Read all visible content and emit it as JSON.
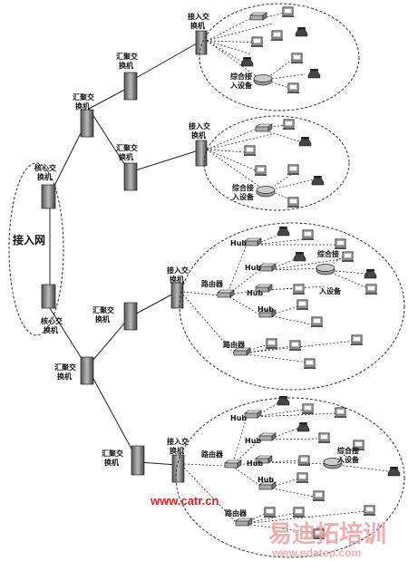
{
  "labels": {
    "access_net": "接入网",
    "core1": [
      "核心交",
      "换机"
    ],
    "core2": [
      "核心交",
      "换机"
    ],
    "agg_top": [
      "汇聚交",
      "换机"
    ],
    "agg_a": [
      "汇聚交",
      "换机"
    ],
    "agg_b": [
      "汇聚交",
      "换机"
    ],
    "agg_mid": [
      "汇聚交",
      "换机"
    ],
    "agg_c": [
      "汇聚交",
      "换机"
    ],
    "agg_d": [
      "汇聚交",
      "换机"
    ],
    "access1": [
      "接入交",
      "换机"
    ],
    "access2": [
      "接入交",
      "换机"
    ],
    "access3": [
      "接入交",
      "换机"
    ],
    "access4": [
      "接入交",
      "换机"
    ],
    "iad1": [
      "综合接",
      "入设备"
    ],
    "iad2": [
      "综合接",
      "入设备"
    ],
    "iad3": [
      "综合接",
      "入设备"
    ],
    "iad4": [
      "综合接",
      "入设备"
    ],
    "router": "路由器",
    "hub": "Hub"
  },
  "watermark": {
    "site_url": "www.catr.cn",
    "brand": "易迪拓培训",
    "brand_url": "www.edatop.com",
    "site_color": "#e02020",
    "brand_color": "#f0a0a0"
  },
  "colors": {
    "line": "#222222",
    "device_dark": "#333333",
    "device_light": "#cccccc"
  }
}
